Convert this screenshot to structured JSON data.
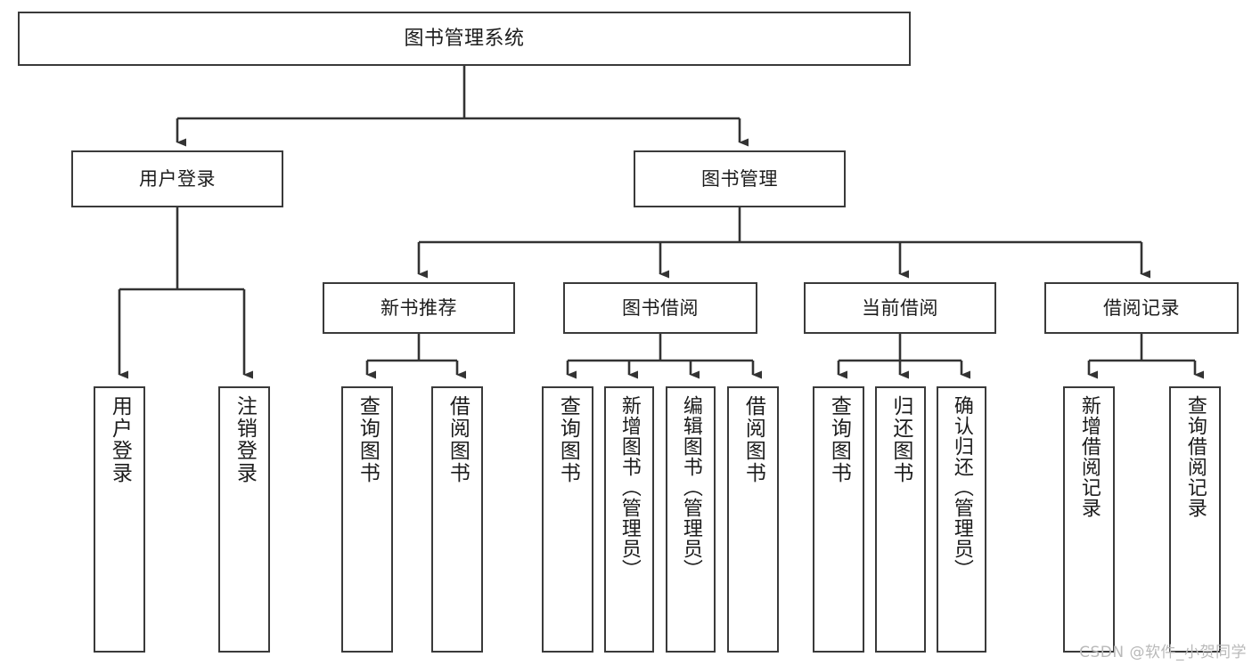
{
  "diagram": {
    "title": "图书管理系统",
    "type": "tree-hierarchy",
    "colors": {
      "box_border": "#3a3a3a",
      "box_fill": "#ffffff",
      "connector": "#333333",
      "text": "#1c1c1c",
      "watermark": "#b9b9b9",
      "background": "#ffffff"
    },
    "root": {
      "label": "图书管理系统"
    },
    "level2": [
      {
        "label": "用户登录"
      },
      {
        "label": "图书管理"
      }
    ],
    "level3": [
      {
        "label": "新书推荐"
      },
      {
        "label": "图书借阅"
      },
      {
        "label": "当前借阅"
      },
      {
        "label": "借阅记录"
      }
    ],
    "leaves": {
      "user_login": [
        {
          "label": "用户登录"
        },
        {
          "label": "注销登录"
        }
      ],
      "new_book_recommend": [
        {
          "label": "查询图书"
        },
        {
          "label": "借阅图书"
        }
      ],
      "book_borrow": [
        {
          "label": "查询图书"
        },
        {
          "label": "新增图书（管理员）"
        },
        {
          "label": "编辑图书（管理员）"
        },
        {
          "label": "借阅图书"
        }
      ],
      "current_borrow": [
        {
          "label": "查询图书"
        },
        {
          "label": "归还图书"
        },
        {
          "label": "确认归还（管理员）"
        }
      ],
      "borrow_record": [
        {
          "label": "新增借阅记录"
        },
        {
          "label": "查询借阅记录"
        }
      ]
    }
  },
  "watermark": {
    "text": "CSDN @软件_小贺同学"
  }
}
